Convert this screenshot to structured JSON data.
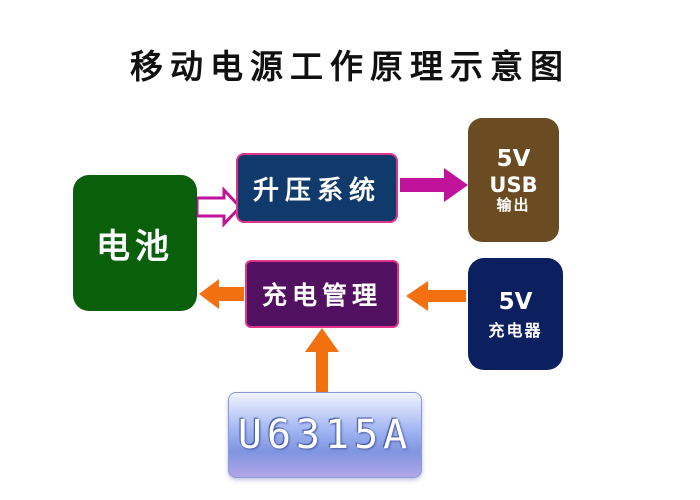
{
  "title": "移动电源工作原理示意图",
  "blocks": {
    "battery": "电池",
    "boost": "升压系统",
    "usb_output": {
      "line1": "5V",
      "line2": "USB",
      "line3": "输出"
    },
    "charge_management": "充电管理",
    "charger": {
      "line1": "5V",
      "line2": "充电器"
    },
    "chip": "U6315A"
  },
  "colors": {
    "battery": "#0a600a",
    "boost": "#0f3a6b",
    "usb_output": "#6b4c22",
    "charge_management": "#521060",
    "charger": "#0c1f5e",
    "arrow_magenta": "#c0129a",
    "arrow_orange": "#f2700f"
  },
  "connections": [
    {
      "from": "battery",
      "to": "boost",
      "style": "hollow-magenta"
    },
    {
      "from": "boost",
      "to": "usb_output",
      "style": "magenta"
    },
    {
      "from": "charger",
      "to": "charge_management",
      "style": "orange"
    },
    {
      "from": "charge_management",
      "to": "battery",
      "style": "orange"
    },
    {
      "from": "chip",
      "to": "charge_management",
      "style": "orange"
    }
  ]
}
